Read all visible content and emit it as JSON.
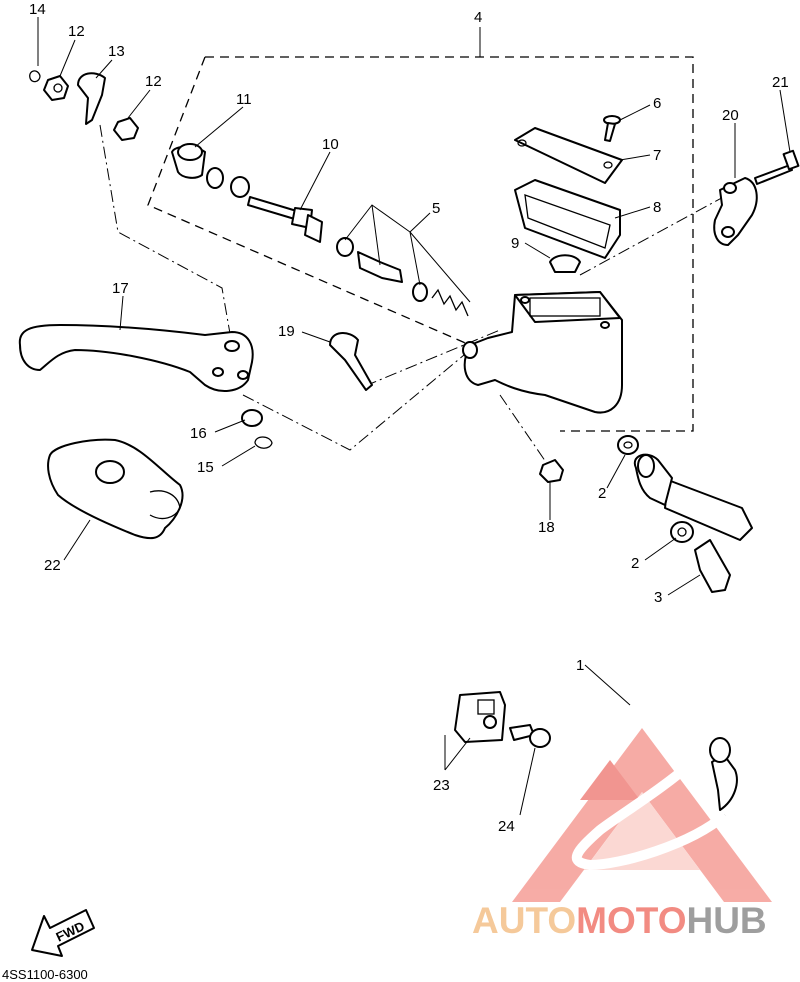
{
  "diagram": {
    "drawing_code": "4SS1100-6300",
    "fwd_label": "FWD",
    "callouts": [
      "1",
      "2",
      "2",
      "3",
      "4",
      "5",
      "6",
      "7",
      "8",
      "9",
      "10",
      "11",
      "12",
      "12",
      "13",
      "14",
      "15",
      "16",
      "17",
      "18",
      "19",
      "20",
      "21",
      "22",
      "23",
      "24"
    ]
  },
  "watermark": {
    "part1": "AUTO",
    "part2": "MOTO",
    "part3": "HUB",
    "colors": {
      "auto": "#f5c99a",
      "moto": "#f28b82",
      "hub": "#9e9e9e",
      "logo": "#f08a84"
    }
  }
}
